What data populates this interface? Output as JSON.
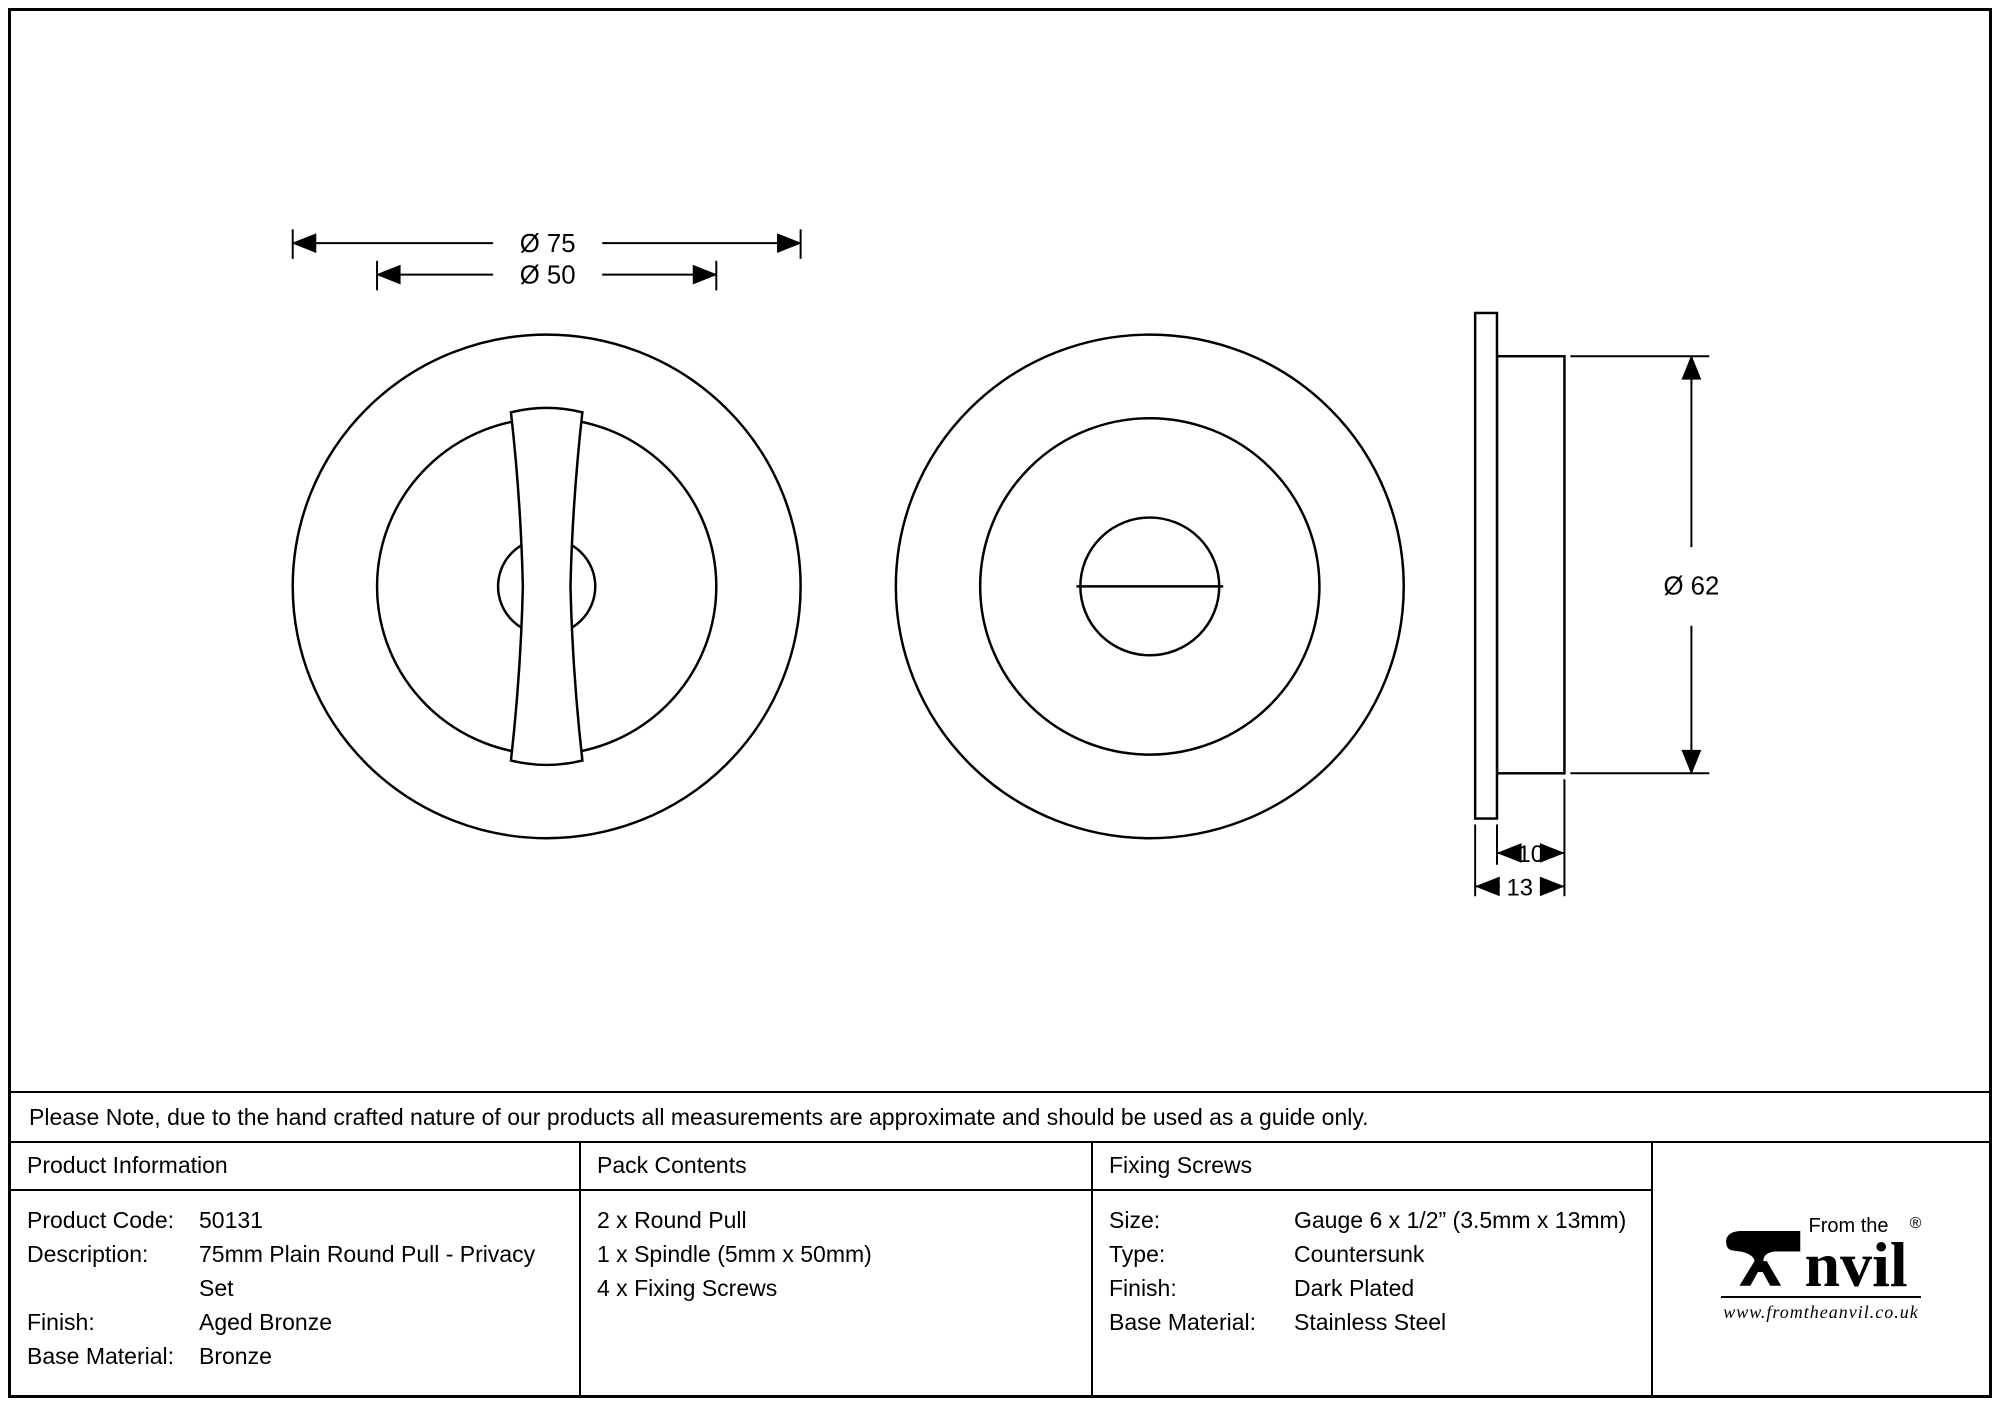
{
  "note": "Please Note, due to the hand crafted nature of our products all measurements are approximate and should be used as a guide only.",
  "drawing": {
    "dims": {
      "d75": "Ø 75",
      "d50": "Ø 50",
      "d62": "Ø 62",
      "d10": "10",
      "d13": "13"
    }
  },
  "table": {
    "product_information": {
      "header": "Product Information",
      "rows": [
        {
          "label": "Product Code:",
          "value": "50131"
        },
        {
          "label": "Description:",
          "value": "75mm Plain Round Pull - Privacy Set"
        },
        {
          "label": "Finish:",
          "value": "Aged Bronze"
        },
        {
          "label": "Base Material:",
          "value": "Bronze"
        }
      ]
    },
    "pack_contents": {
      "header": "Pack Contents",
      "items": [
        "2 x Round Pull",
        "1 x Spindle (5mm x 50mm)",
        "4 x Fixing Screws"
      ]
    },
    "fixing_screws": {
      "header": "Fixing Screws",
      "rows": [
        {
          "label": "Size:",
          "value": "Gauge 6 x 1/2” (3.5mm x 13mm)"
        },
        {
          "label": "Type:",
          "value": "Countersunk"
        },
        {
          "label": "Finish:",
          "value": "Dark Plated"
        },
        {
          "label": "Base Material:",
          "value": "Stainless Steel"
        }
      ]
    },
    "logo": {
      "from_the": "From the",
      "name_rest": "nvil",
      "registered": "®",
      "url": "www.fromtheanvil.co.uk"
    }
  }
}
